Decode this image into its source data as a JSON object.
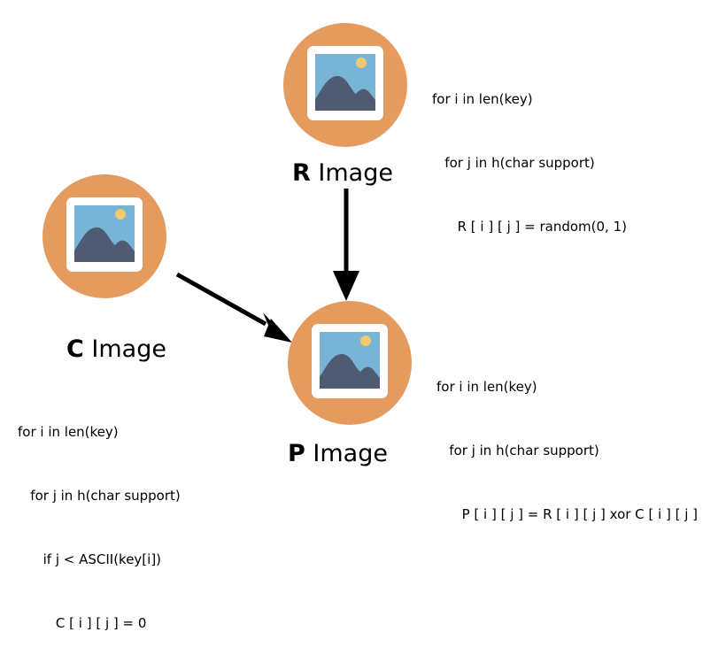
{
  "colors": {
    "circle": "#E59B5E",
    "frame": "#FFFFFF",
    "sky": "#78B4D6",
    "mountain": "#4E5B72",
    "sun": "#F2C96C",
    "arrow": "#000000"
  },
  "icon": "image-icon",
  "nodes": {
    "r": {
      "letter": "R",
      "word": " Image"
    },
    "c": {
      "letter": "C",
      "word": " Image"
    },
    "p": {
      "letter": "P",
      "word": " Image"
    }
  },
  "code": {
    "r": [
      "for i in len(key)",
      "   for j in h(char support)",
      "      R [ i ] [ j ] = random(0, 1)"
    ],
    "c": [
      "for i in len(key)",
      "   for j in h(char support)",
      "      if j < ASCII(key[i])",
      "         C [ i ] [ j ] = 0"
    ],
    "p": [
      "for i in len(key)",
      "   for j in h(char support)",
      "      P [ i ] [ j ] = R [ i ] [ j ] xor C [ i ] [ j ]"
    ]
  }
}
